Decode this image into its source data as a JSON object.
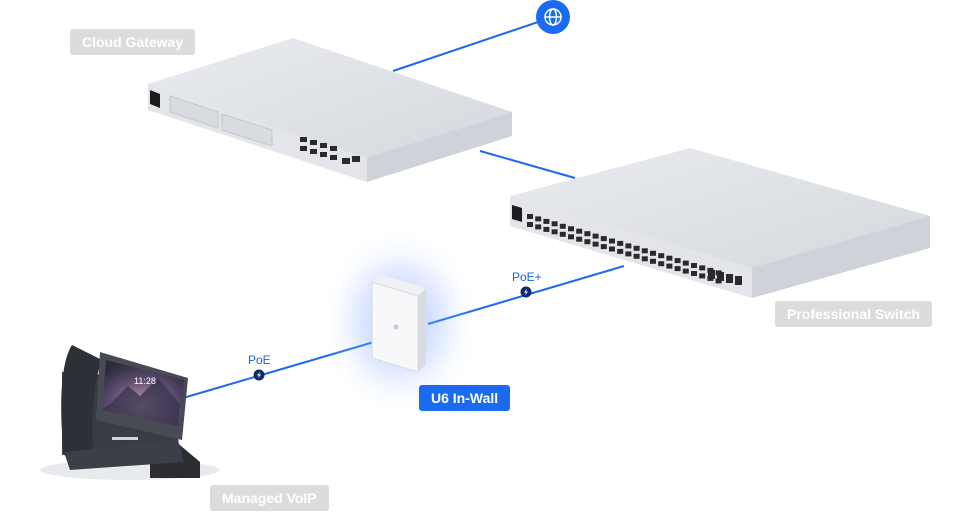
{
  "nodes": {
    "cloud_gateway": "Cloud Gateway",
    "professional_switch": "Professional Switch",
    "u6_in_wall": "U6 In-Wall",
    "managed_voip": "Managed VoIP"
  },
  "links": {
    "switch_to_ap": "PoE+",
    "ap_to_phone": "PoE"
  },
  "phone_screen": {
    "time": "11:28"
  },
  "icons": {
    "internet": "globe-icon",
    "poe": "lightning-icon"
  },
  "colors": {
    "link": "#1a6bf0",
    "highlight_label": "#1a6bf0",
    "device_label": "#dcdcdc",
    "device_body": "#dfe1e6"
  }
}
